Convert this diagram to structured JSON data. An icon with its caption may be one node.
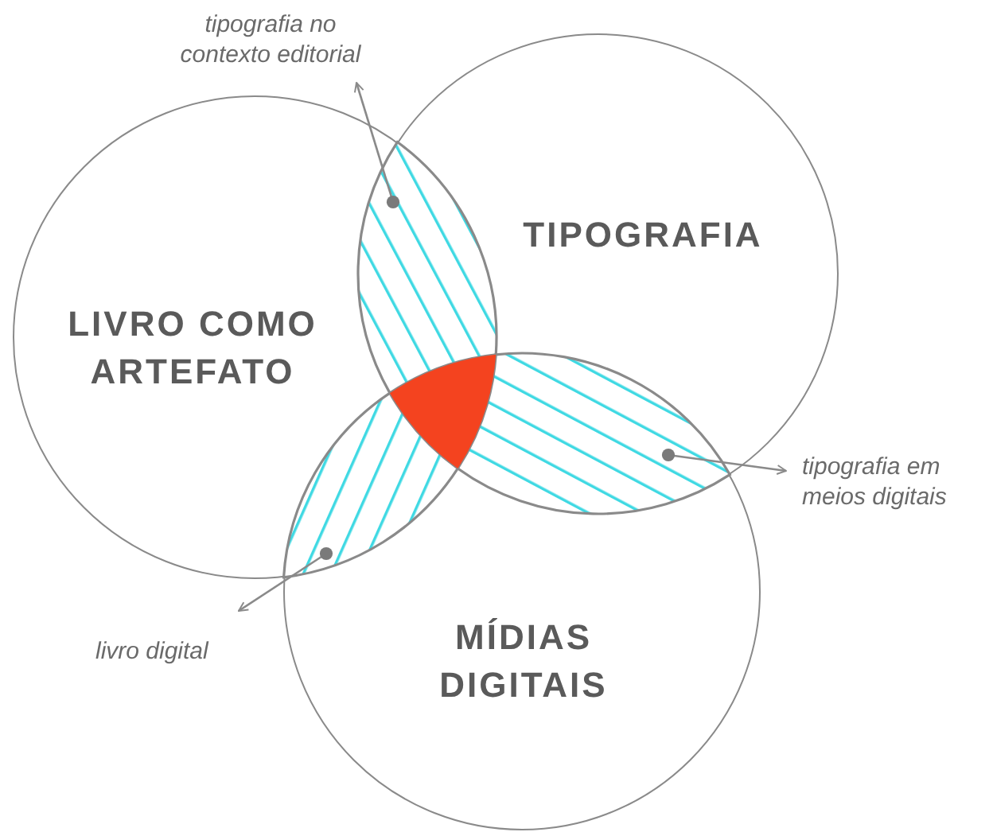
{
  "diagram": {
    "nodes": [
      {
        "text": [
          "LIVRO COMO ARTEFATO"
        ]
      },
      {
        "text": [
          "TIPOGRAFIA"
        ]
      },
      {
        "text": [
          "MÍDIAS DIGITAIS"
        ]
      },
      {
        "text": [
          "tipografia no contexto editorial"
        ]
      },
      {
        "text": [],
        "shape": "lens"
      },
      {
        "text": [
          "tipografia em meios digitais"
        ]
      },
      {
        "text": [],
        "shape": "lens"
      },
      {
        "text": [
          "livro digital"
        ]
      },
      {
        "text": [],
        "shape": "lens"
      }
    ],
    "edges": [
      {
        "from": 4,
        "to": 3,
        "arrow": "to"
      },
      {
        "from": 6,
        "to": 5,
        "arrow": "to"
      },
      {
        "from": 8,
        "to": 7,
        "arrow": "to"
      }
    ]
  }
}
